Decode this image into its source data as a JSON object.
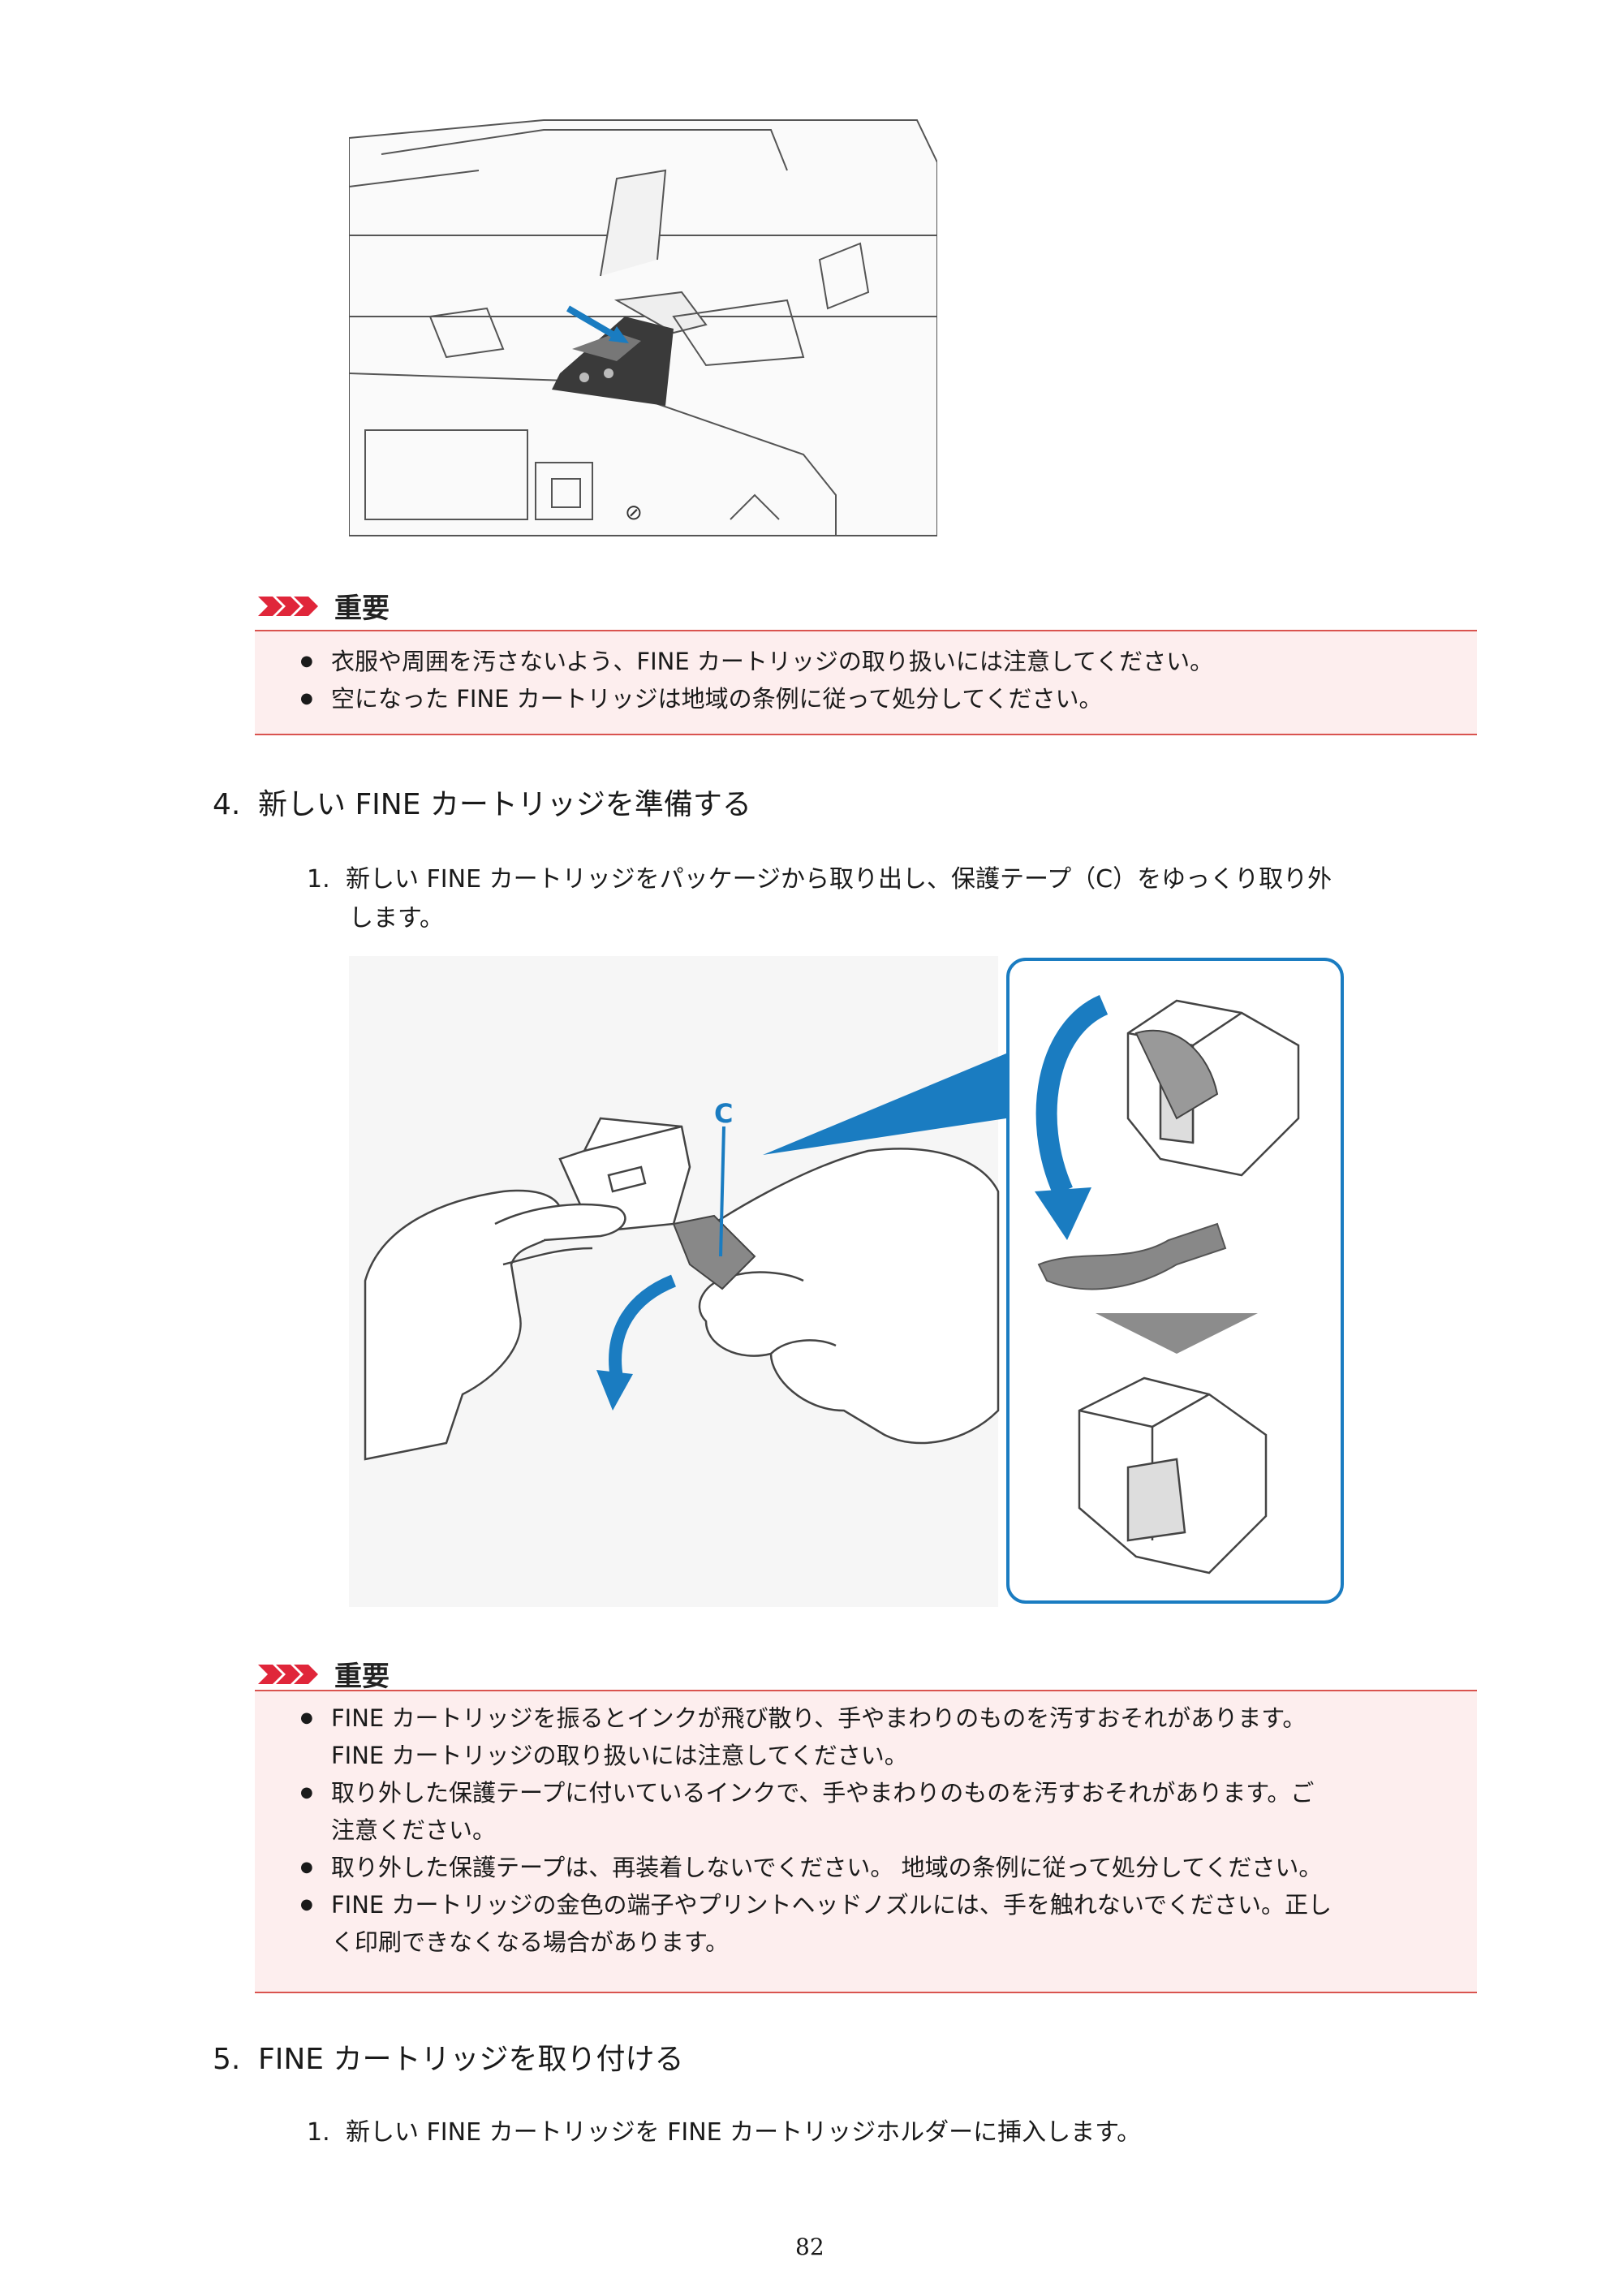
{
  "notice1": {
    "title": "重要",
    "items": [
      "衣服や周囲を汚さないよう、FINE カートリッジの取り扱いには注意してください。",
      "空になった FINE カートリッジは地域の条例に従って処分してください。"
    ]
  },
  "step4": {
    "number": "4.",
    "title": "新しい FINE カートリッジを準備する",
    "sub": {
      "number": "1.",
      "line1": "新しい FINE カートリッジをパッケージから取り出し、保護テープ（C）をゆっくり取り外",
      "line2": "します。"
    },
    "figure": {
      "callout": "C"
    }
  },
  "notice2": {
    "title": "重要",
    "items": [
      [
        "FINE カートリッジを振るとインクが飛び散り、手やまわりのものを汚すおそれがあります。",
        "FINE カートリッジの取り扱いには注意してください。"
      ],
      [
        "取り外した保護テープに付いているインクで、手やまわりのものを汚すおそれがあります。ご",
        "注意ください。"
      ],
      [
        "取り外した保護テープは、再装着しないでください。 地域の条例に従って処分してください。"
      ],
      [
        "FINE カートリッジの金色の端子やプリントヘッドノズルには、手を触れないでください。正し",
        "く印刷できなくなる場合があります。"
      ]
    ]
  },
  "step5": {
    "number": "5.",
    "title": "FINE カートリッジを取り付ける",
    "sub": {
      "number": "1.",
      "text": "新しい FINE カートリッジを FINE カートリッジホルダーに挿入します。"
    }
  },
  "page_number": "82",
  "colors": {
    "arrow_blue": "#1a7cc1",
    "notice_bg": "#fdeeee",
    "notice_border": "#d9534f",
    "notice_icon": "#e0263a"
  }
}
